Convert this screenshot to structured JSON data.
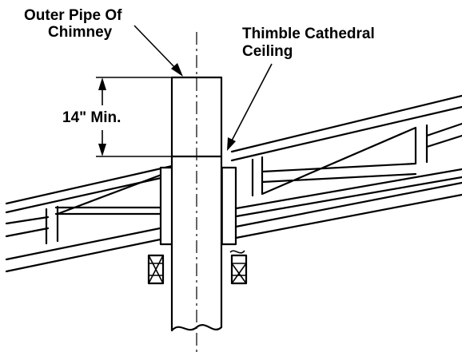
{
  "labels": {
    "outer_pipe_line1": "Outer Pipe Of",
    "outer_pipe_line2": "Chimney",
    "thimble_line1": "Thimble Cathedral",
    "thimble_line2": "Ceiling",
    "min_clearance": "14\" Min."
  }
}
